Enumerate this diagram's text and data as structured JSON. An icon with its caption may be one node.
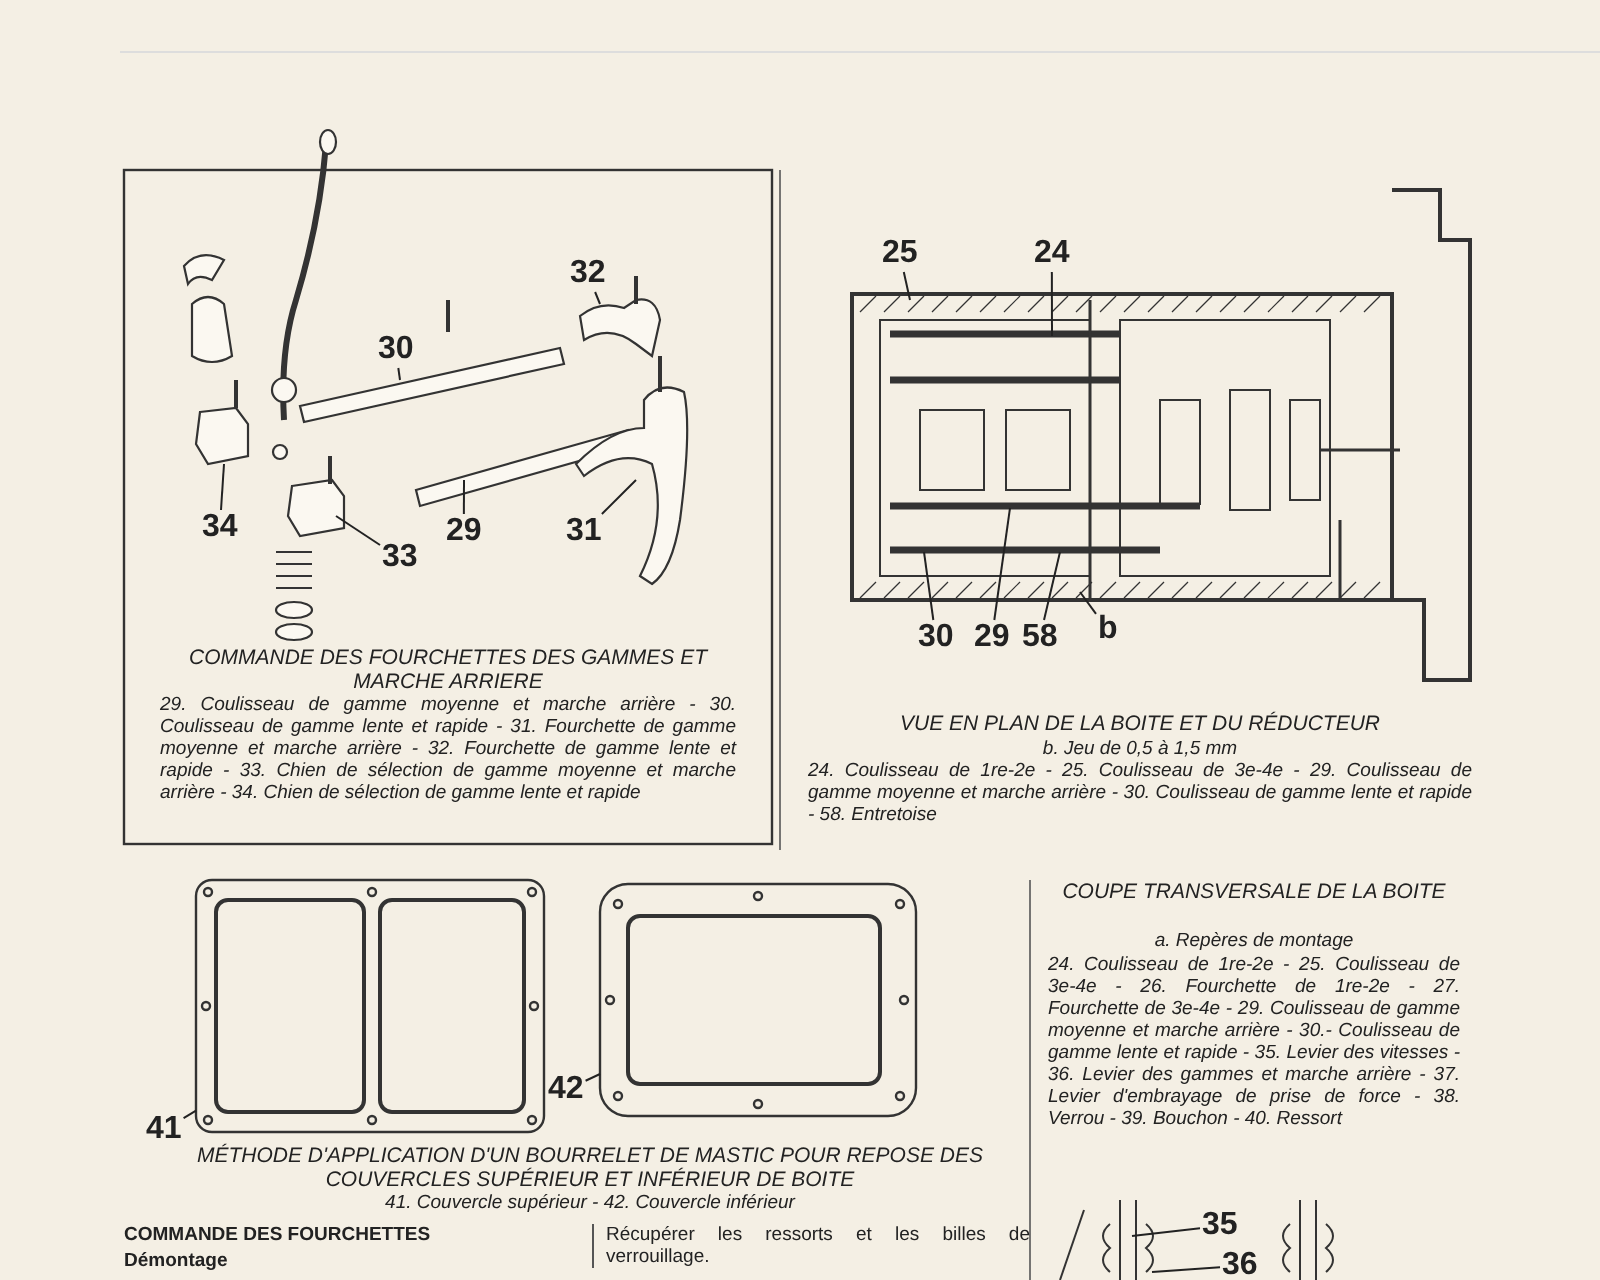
{
  "diagram": {
    "nodes": [
      {
        "text": [
          "COMMANDE DES FOURCHETTES DES GAMMES ET MARCHE ARRIERE",
          "29. Coulisseau de gamme moyenne et marche arrière - 30. Coulisseau de gamme lente et rapide - 31. Fourchette de gamme moyenne et marche arrière - 32. Fourchette de gamme lente et rapide - 33. Chien de sélection de gamme moyenne et marche arrière - 34. Chien de sélection de gamme lente et rapide"
        ]
      },
      {
        "text": [
          "30"
        ],
        "in": 0
      },
      {
        "text": [
          "32"
        ],
        "in": 0
      },
      {
        "text": [
          "34"
        ],
        "in": 0
      },
      {
        "text": [
          "33"
        ],
        "in": 0
      },
      {
        "text": [
          "29"
        ],
        "in": 0
      },
      {
        "text": [
          "31"
        ],
        "in": 0
      },
      {
        "text": [
          "25"
        ]
      },
      {
        "text": [
          "24"
        ]
      },
      {
        "text": [
          "30"
        ]
      },
      {
        "text": [
          "29"
        ]
      },
      {
        "text": [
          "58"
        ]
      },
      {
        "text": [
          "b"
        ]
      },
      {
        "text": [
          "41"
        ]
      },
      {
        "text": [
          "42"
        ]
      },
      {
        "text": [
          "35"
        ]
      },
      {
        "text": [
          "36"
        ]
      },
      {
        "text": [],
        "shape": "picture"
      },
      {
        "text": [],
        "shape": "picture"
      }
    ],
    "edges": [
      {
        "from": 1,
        "to": null,
        "arrow": "none"
      },
      {
        "from": 2,
        "to": null,
        "arrow": "none"
      },
      {
        "from": 3,
        "to": null,
        "arrow": "none"
      },
      {
        "from": 4,
        "to": null,
        "arrow": "none"
      },
      {
        "from": 5,
        "to": null,
        "arrow": "none"
      },
      {
        "from": 6,
        "to": null,
        "arrow": "none"
      },
      {
        "from": 7,
        "to": null,
        "arrow": "none"
      },
      {
        "from": 8,
        "to": null,
        "arrow": "none"
      },
      {
        "from": 9,
        "to": null,
        "arrow": "none"
      },
      {
        "from": 10,
        "to": null,
        "arrow": "none"
      },
      {
        "from": 11,
        "to": null,
        "arrow": "none"
      },
      {
        "from": 12,
        "to": null,
        "arrow": "none"
      },
      {
        "from": 13,
        "to": 17,
        "arrow": "none"
      },
      {
        "from": 14,
        "to": 18,
        "arrow": "none"
      },
      {
        "from": 15,
        "to": null,
        "arrow": "none"
      },
      {
        "from": 16,
        "to": null,
        "arrow": "none"
      }
    ],
    "labels": [
      "VUE EN PLAN DE LA BOITE ET DU RÉDUCTEUR",
      "b. Jeu de 0,5 à 1,5 mm",
      "24. Coulisseau de 1re-2e - 25. Coulisseau de 3e-4e - 29. Coulisseau de gamme moyenne et marche arrière - 30. Coulisseau de gamme lente et rapide - 58. Entretoise",
      "COUPE TRANSVERSALE DE LA BOITE",
      "a. Repères de montage",
      "24. Coulisseau de 1re-2e - 25. Coulisseau de 3e-4e - 26. Fourchette de 1re-2e - 27. Fourchette de 3e-4e - 29. Coulisseau de gamme moyenne et marche arrière - 30.- Coulisseau de gamme lente et rapide - 35. Levier des vitesses - 36. Levier des gammes et marche arrière - 37. Levier d'embrayage de prise de force - 38. Verrou - 39. Bouchon - 40. Ressort",
      "MÉTHODE D'APPLICATION D'UN BOURRELET DE MASTIC POUR REPOSE DES COUVERCLES SUPÉRIEUR ET INFÉRIEUR DE BOITE",
      "41. Couvercle supérieur - 42. Couvercle inférieur",
      "COMMANDE DES FOURCHETTES",
      "Démontage",
      "Récupérer les ressorts et les billes de verrouillage."
    ]
  }
}
